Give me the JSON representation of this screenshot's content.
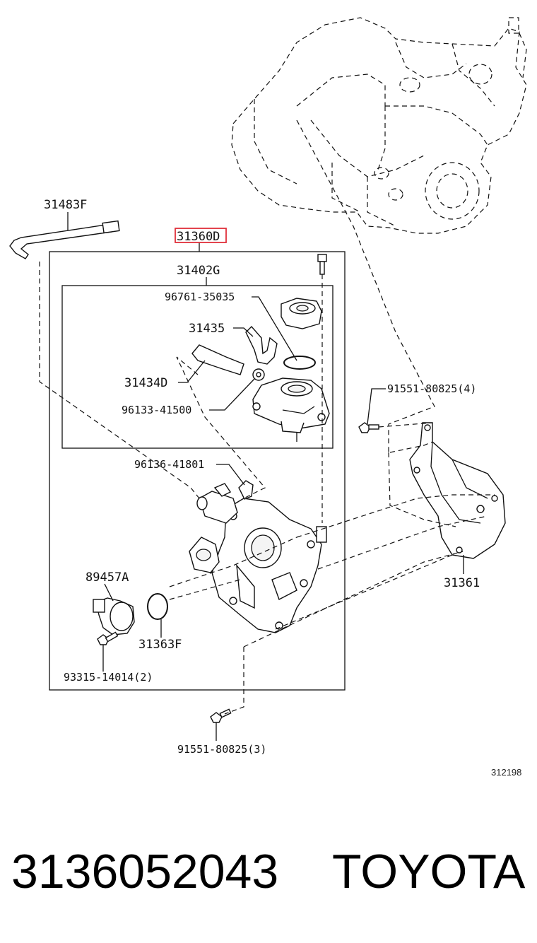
{
  "diagram": {
    "labels": {
      "l31483F": "31483F",
      "l31360D": "31360D",
      "l31402G": "31402G",
      "l96761": "96761-35035",
      "l31435": "31435",
      "l31434D": "31434D",
      "l96133": "96133-41500",
      "l91551_4": "91551-80825(4)",
      "l96136": "96136-41801",
      "l89457A": "89457A",
      "l31361": "31361",
      "l31363F": "31363F",
      "l93315": "93315-14014(2)",
      "l91551_3": "91551-80825(3)",
      "ref_no": "312198"
    },
    "highlight_color": "#e0303a"
  },
  "footer": {
    "part_number": "3136052043",
    "brand": "TOYOTA"
  }
}
